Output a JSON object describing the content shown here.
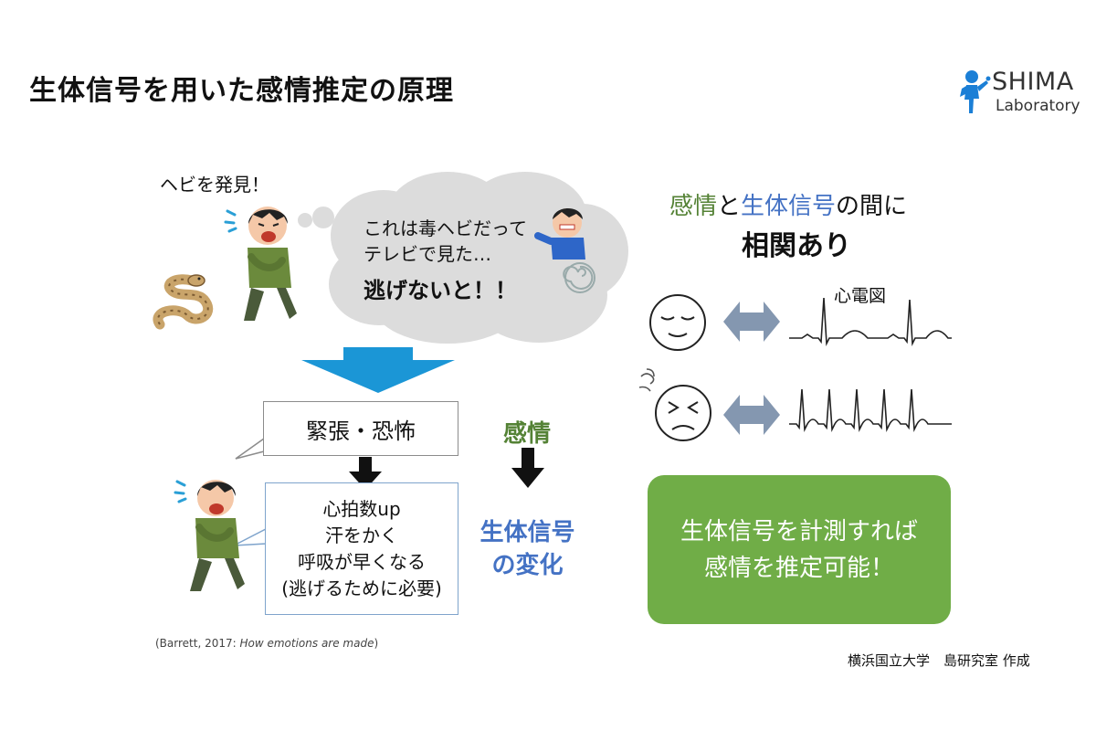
{
  "slide": {
    "title": "生体信号を用いた感情推定の原理"
  },
  "logo": {
    "line1": "SHIMA",
    "line2": "Laboratory"
  },
  "scene": {
    "found_text": "ヘビを発見！",
    "thought_line1": "これは毒ヘビだって",
    "thought_line2": "テレビで見た…",
    "thought_strong": "逃げないと！！"
  },
  "boxes": {
    "emotion": "緊張・恐怖",
    "response_lines": [
      "心拍数up",
      "汗をかく",
      "呼吸が早くなる",
      "(逃げるために必要)"
    ]
  },
  "labels": {
    "emotion": "感情",
    "signal_change_1": "生体信号",
    "signal_change_2": "の変化"
  },
  "citation": {
    "prefix": "(Barrett, 2017: ",
    "title": "How emotions are made",
    "suffix": ")"
  },
  "correlation": {
    "emotion_word": "感情",
    "connector": "と",
    "signal_word": "生体信号",
    "tail": "の間に",
    "line2": "相関あり"
  },
  "ecg": {
    "label": "心電図"
  },
  "conclusion": {
    "line1": "生体信号を計測すれば",
    "line2": "感情を推定可能！"
  },
  "credit": "横浜国立大学　島研究室 作成",
  "colors": {
    "green": "#70ad47",
    "green_text": "#548235",
    "blue_text": "#4472c4",
    "arrow_blue": "#1b96d6",
    "double_arrow": "#8497b0"
  }
}
